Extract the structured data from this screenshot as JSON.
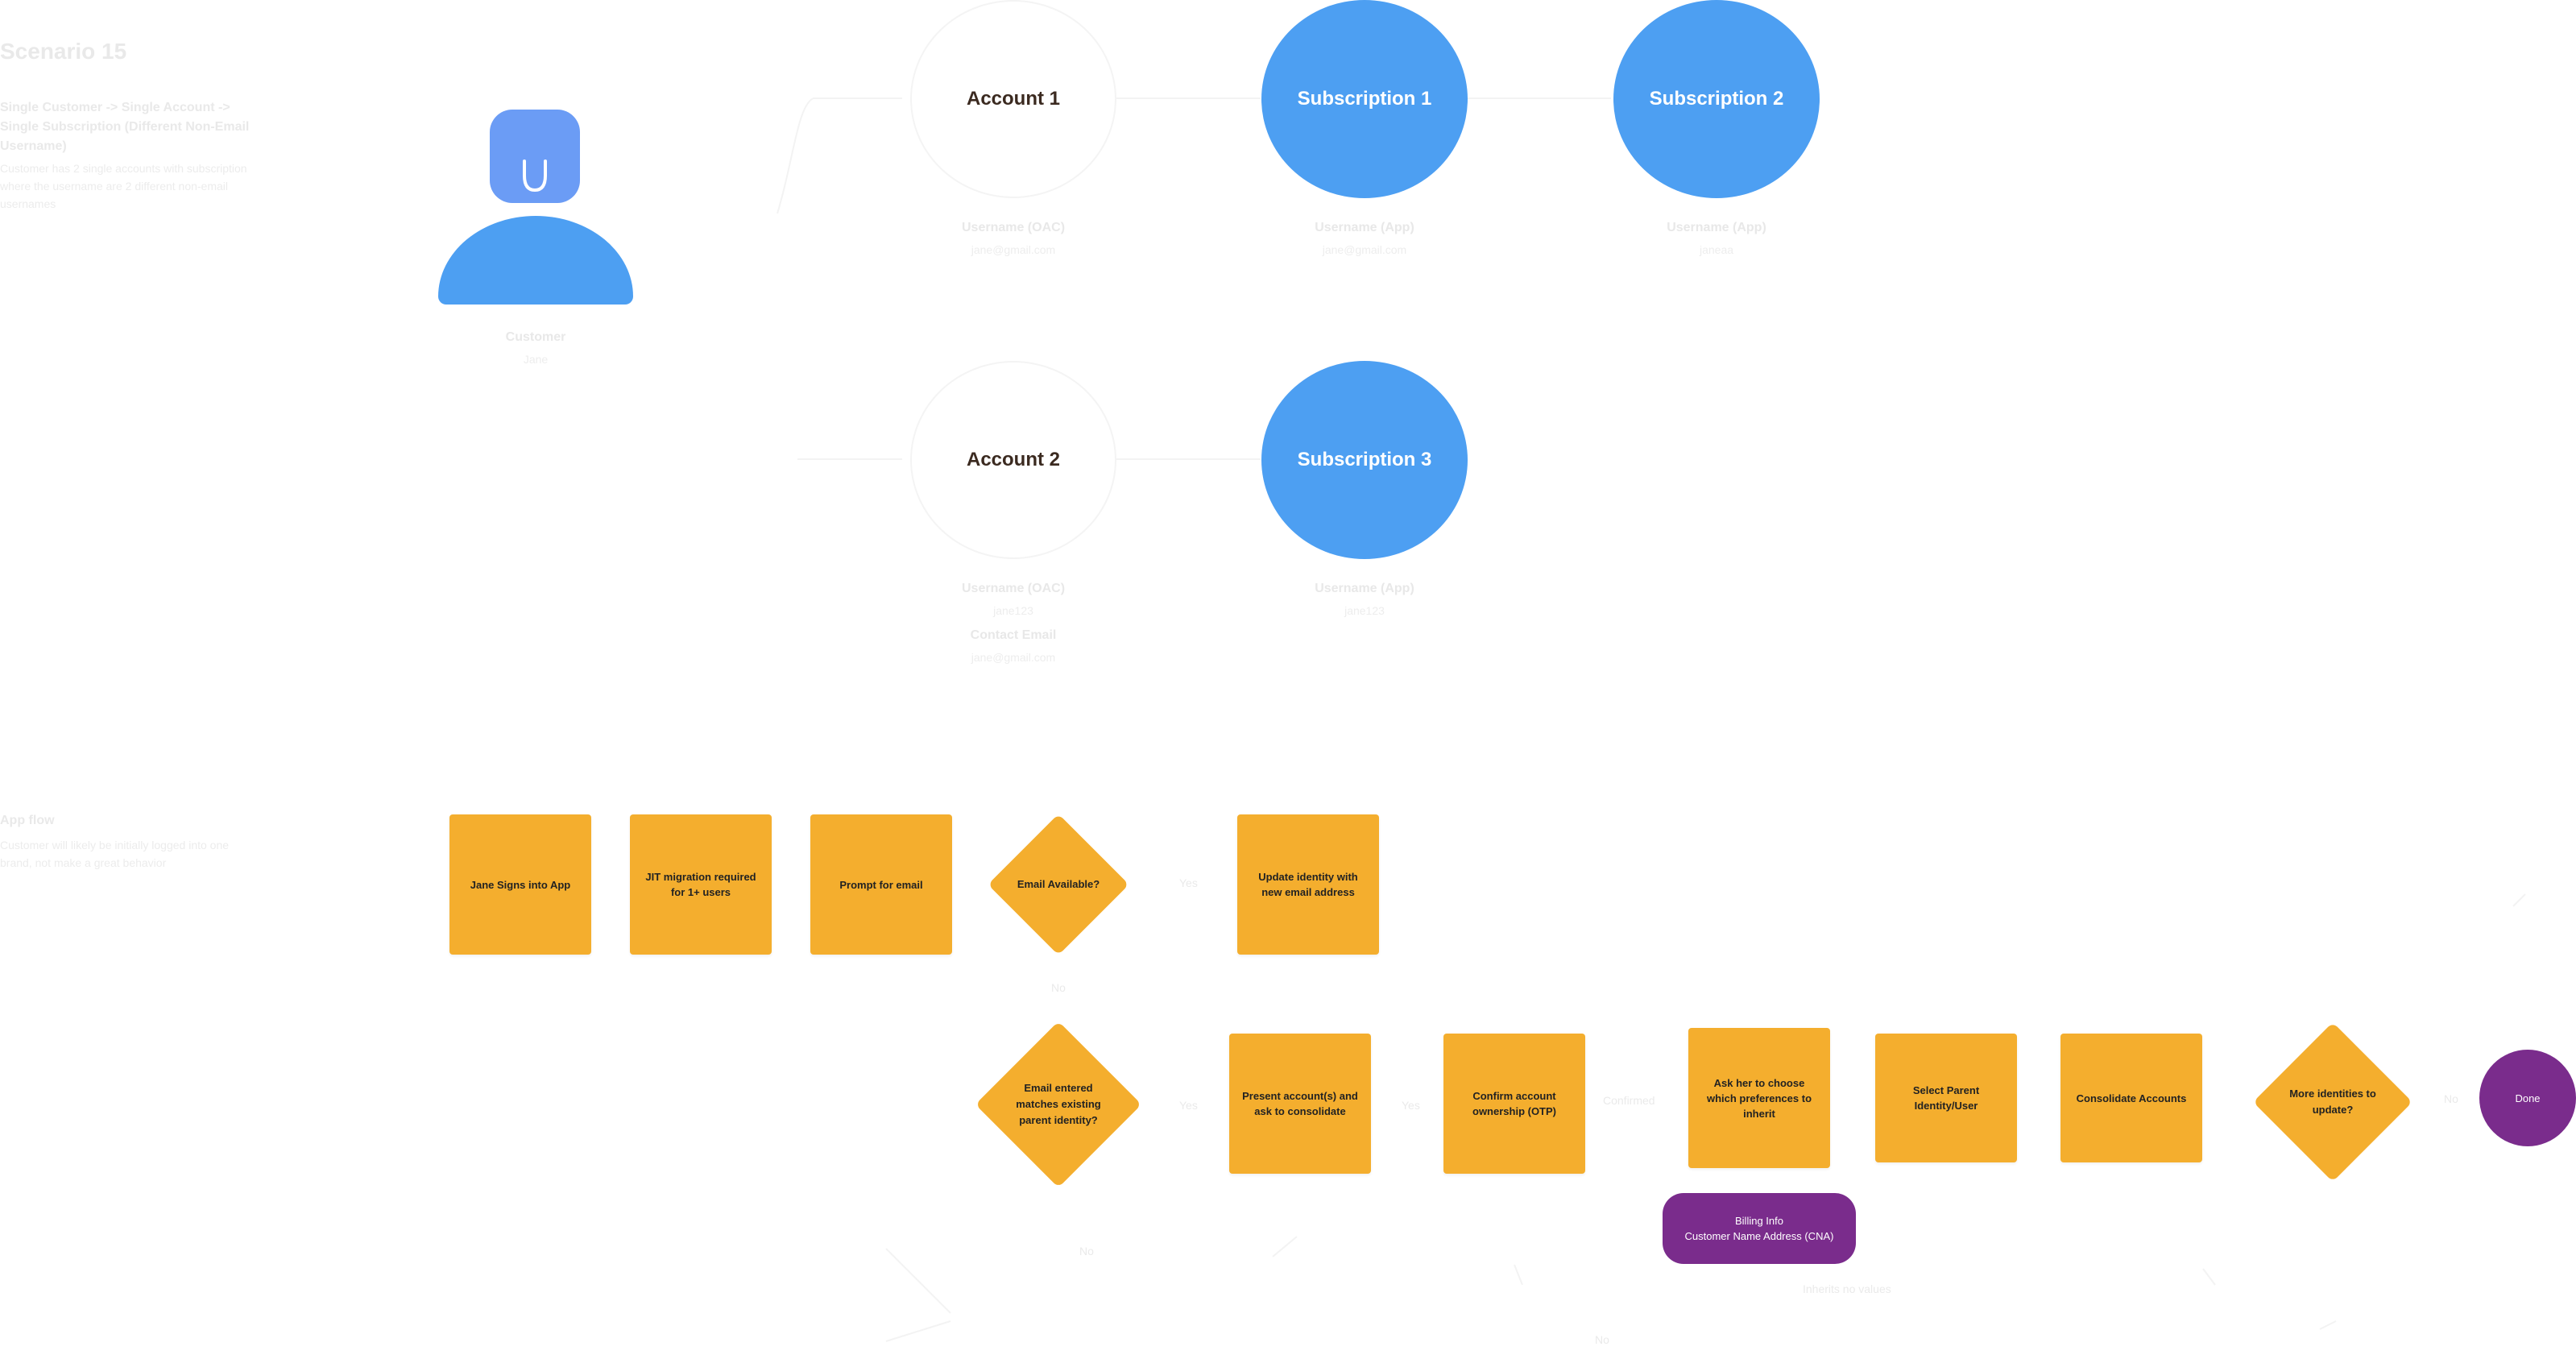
{
  "scenario": {
    "title": "Scenario 15",
    "subtitle": "Single Customer -> Single Account -> Single Subscription (Different Non-Email Username)",
    "description": "Customer has 2 single accounts with subscription where the username are 2 different non-email usernames"
  },
  "customer": {
    "label": "Customer",
    "name": "Jane"
  },
  "accounts": [
    {
      "name": "Account 1",
      "fields": [
        {
          "label": "Username (OAC)",
          "value": "jane@gmail.com"
        }
      ]
    },
    {
      "name": "Account 2",
      "fields": [
        {
          "label": "Username (OAC)",
          "value": "jane123"
        },
        {
          "label": "Contact Email",
          "value": "jane@gmail.com"
        }
      ]
    }
  ],
  "subscriptions": [
    {
      "name": "Subscription 1",
      "label": "Username (App)",
      "value": "jane@gmail.com"
    },
    {
      "name": "Subscription 2",
      "label": "Username (App)",
      "value": "janeaa"
    },
    {
      "name": "Subscription 3",
      "label": "Username (App)",
      "value": "jane123"
    }
  ],
  "app_flow": {
    "title": "App flow",
    "description": "Customer will likely be initially logged into one brand, not make a great behavior"
  },
  "flow": {
    "jane_signs_in": "Jane Signs into App",
    "jit_migration": "JIT migration required for 1+ users",
    "prompt_email": "Prompt for email",
    "email_available": "Email Available?",
    "update_identity": "Update  identity with new email address",
    "email_matches": "Email  entered matches existing parent identity?",
    "present_accounts": "Present account(s) and ask to consolidate",
    "confirm_ownership": "Confirm account ownership (OTP)",
    "ask_preferences": "Ask her to choose which preferences to inherit",
    "billing_info_line1": "Billing Info",
    "billing_info_line2": "Customer Name Address (CNA)",
    "select_parent": "Select Parent Identity/User",
    "consolidate": "Consolidate Accounts",
    "more_identities": "More identities to update?",
    "done": "Done"
  },
  "edge_labels": {
    "yes_1": "Yes",
    "no_1": "No",
    "yes_2": "Yes",
    "yes_3": "Yes",
    "confirmed": "Confirmed",
    "no_2": "No",
    "no_3": "No",
    "no_4": "No",
    "bottom_note": "Inherits no values"
  }
}
